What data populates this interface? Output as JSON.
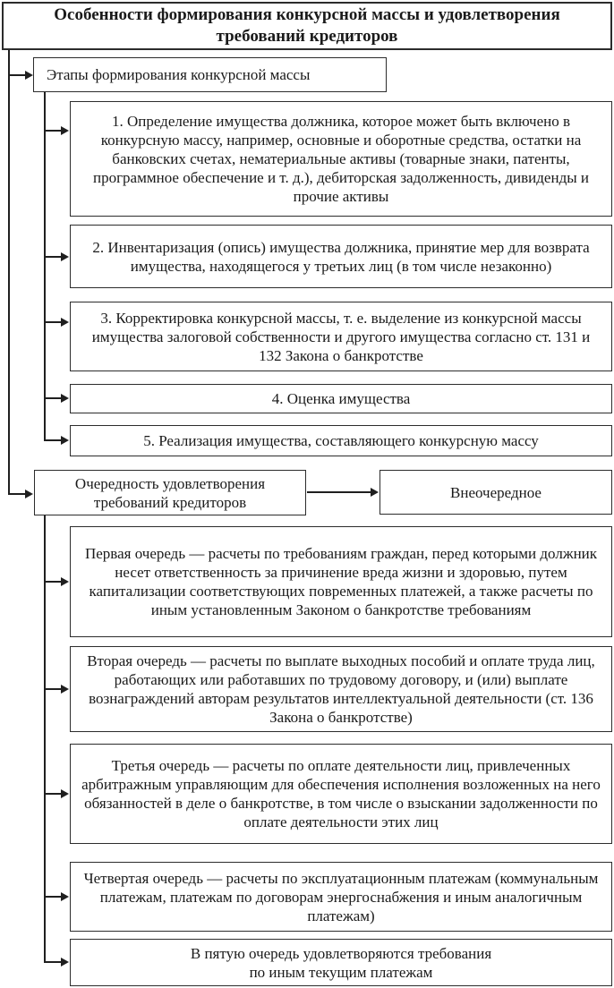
{
  "title": "Особенности формирования конкурсной массы и удовлетворения требований кредиторов",
  "stages": {
    "header": "Этапы формирования конкурсной массы",
    "items": [
      "1. Определение имущества должника, которое может быть включено в конкурсную массу, например, основные и оборотные средства, остатки на банковских счетах, нематериальные активы (товарные знаки, патенты, программное обеспечение и т. д.), дебиторская задолженность, дивиденды и прочие активы",
      "2. Инвентаризация (опись) имущества должника, принятие мер для возврата имущества, находящегося у третьих лиц (в том числе незаконно)",
      "3. Корректировка конкурсной массы, т. е. выделение из конкурсной массы имущества залоговой собственности и другого имущества согласно ст. 131 и 132 Закона о банкротстве",
      "4. Оценка имущества",
      "5. Реализация имущества, составляющего конкурсную массу"
    ]
  },
  "queues": {
    "header": "Очередность удовлетворения требований кредиторов",
    "extraordinary": "Внеочередное",
    "items": [
      "Первая очередь — расчеты по требованиям граждан, перед которыми должник несет ответственность за причинение вреда жизни и здоровью, путем капитализации соответствующих повременных платежей, а также расчеты по иным установленным Законом о банкротстве требованиям",
      "Вторая очередь — расчеты по выплате выходных пособий и оплате труда лиц, работающих или работавших по трудовому договору, и (или) выплате вознаграждений авторам результатов интеллектуальной деятельности (ст. 136 Закона о банкротстве)",
      "Третья очередь — расчеты по оплате деятельности лиц, привлеченных арбитражным управляющим для обеспечения исполнения возложенных на него обязанностей в деле о банкротстве, в том числе о взыскании задолженности по оплате деятельности этих лиц",
      "Четвертая очередь — расчеты по эксплуатационным платежам (коммунальным платежам, платежам по договорам энергоснабжения и иным аналогичным платежам)",
      "В пятую очередь удовлетворяются требования\nпо иным текущим платежам"
    ]
  },
  "colors": {
    "ink": "#1f1f1f",
    "box_border": "#2c2c2c",
    "background": "#ffffff"
  }
}
